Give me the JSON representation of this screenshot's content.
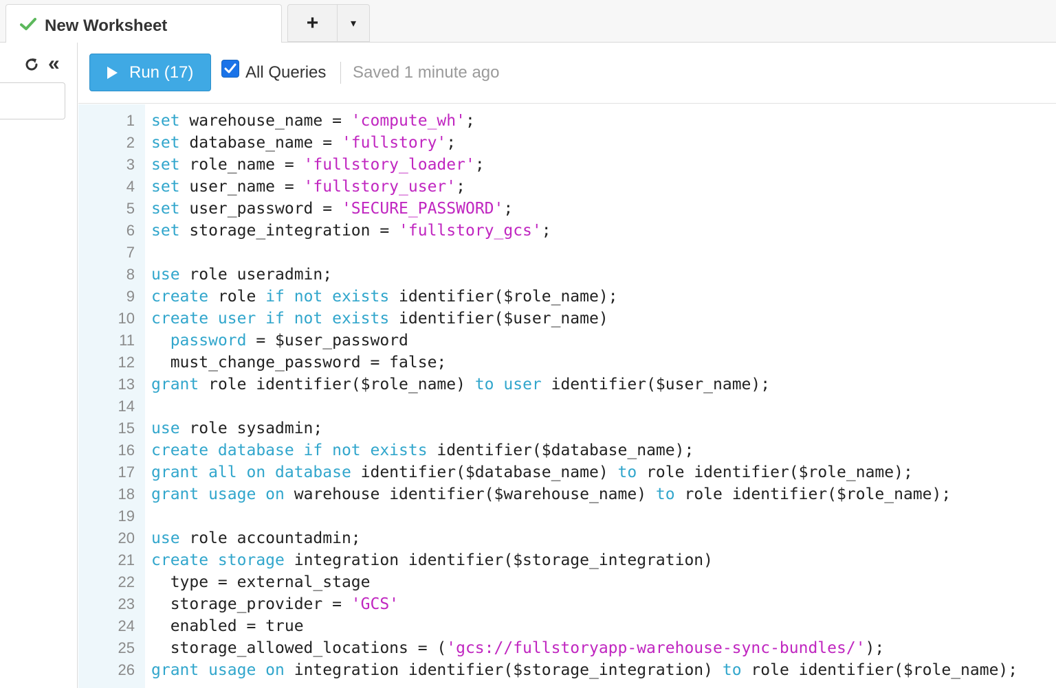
{
  "tab": {
    "title": "New Worksheet",
    "add_label": "+",
    "menu_label": "▾"
  },
  "sidebar": {
    "collapse_label": "«",
    "search_value": ""
  },
  "toolbar": {
    "run_label": "Run (17)",
    "all_queries_label": "All Queries",
    "all_queries_checked": true,
    "saved_status": "Saved 1 minute ago"
  },
  "colors": {
    "run_button": "#3fa9e4",
    "keyword": "#31a6cc",
    "string": "#c026c0",
    "check": "#5cb85c"
  },
  "editor": {
    "lines": [
      [
        [
          "k",
          "set"
        ],
        [
          "t",
          " warehouse_name = "
        ],
        [
          "s",
          "'compute_wh'"
        ],
        [
          "t",
          ";"
        ]
      ],
      [
        [
          "k",
          "set"
        ],
        [
          "t",
          " database_name = "
        ],
        [
          "s",
          "'fullstory'"
        ],
        [
          "t",
          ";"
        ]
      ],
      [
        [
          "k",
          "set"
        ],
        [
          "t",
          " role_name = "
        ],
        [
          "s",
          "'fullstory_loader'"
        ],
        [
          "t",
          ";"
        ]
      ],
      [
        [
          "k",
          "set"
        ],
        [
          "t",
          " user_name = "
        ],
        [
          "s",
          "'fullstory_user'"
        ],
        [
          "t",
          ";"
        ]
      ],
      [
        [
          "k",
          "set"
        ],
        [
          "t",
          " user_password = "
        ],
        [
          "s",
          "'SECURE_PASSWORD'"
        ],
        [
          "t",
          ";"
        ]
      ],
      [
        [
          "k",
          "set"
        ],
        [
          "t",
          " storage_integration = "
        ],
        [
          "s",
          "'fullstory_gcs'"
        ],
        [
          "t",
          ";"
        ]
      ],
      [],
      [
        [
          "k",
          "use"
        ],
        [
          "t",
          " role useradmin;"
        ]
      ],
      [
        [
          "k",
          "create"
        ],
        [
          "t",
          " role "
        ],
        [
          "k",
          "if not exists"
        ],
        [
          "t",
          " identifier($role_name);"
        ]
      ],
      [
        [
          "k",
          "create user if not exists"
        ],
        [
          "t",
          " identifier($user_name)"
        ]
      ],
      [
        [
          "t",
          "  "
        ],
        [
          "k",
          "password"
        ],
        [
          "t",
          " = $user_password"
        ]
      ],
      [
        [
          "t",
          "  must_change_password = false;"
        ]
      ],
      [
        [
          "k",
          "grant"
        ],
        [
          "t",
          " role identifier($role_name) "
        ],
        [
          "k",
          "to user"
        ],
        [
          "t",
          " identifier($user_name);"
        ]
      ],
      [],
      [
        [
          "k",
          "use"
        ],
        [
          "t",
          " role sysadmin;"
        ]
      ],
      [
        [
          "k",
          "create database if not exists"
        ],
        [
          "t",
          " identifier($database_name);"
        ]
      ],
      [
        [
          "k",
          "grant all on database"
        ],
        [
          "t",
          " identifier($database_name) "
        ],
        [
          "k",
          "to"
        ],
        [
          "t",
          " role identifier($role_name);"
        ]
      ],
      [
        [
          "k",
          "grant usage on"
        ],
        [
          "t",
          " warehouse identifier($warehouse_name) "
        ],
        [
          "k",
          "to"
        ],
        [
          "t",
          " role identifier($role_name);"
        ]
      ],
      [],
      [
        [
          "k",
          "use"
        ],
        [
          "t",
          " role accountadmin;"
        ]
      ],
      [
        [
          "k",
          "create storage"
        ],
        [
          "t",
          " integration identifier($storage_integration)"
        ]
      ],
      [
        [
          "t",
          "  type = external_stage"
        ]
      ],
      [
        [
          "t",
          "  storage_provider = "
        ],
        [
          "s",
          "'GCS'"
        ]
      ],
      [
        [
          "t",
          "  enabled = true"
        ]
      ],
      [
        [
          "t",
          "  storage_allowed_locations = ("
        ],
        [
          "s",
          "'gcs://fullstoryapp-warehouse-sync-bundles/'"
        ],
        [
          "t",
          ");"
        ]
      ],
      [
        [
          "k",
          "grant usage on"
        ],
        [
          "t",
          " integration identifier($storage_integration) "
        ],
        [
          "k",
          "to"
        ],
        [
          "t",
          " role identifier($role_name);"
        ]
      ]
    ]
  }
}
